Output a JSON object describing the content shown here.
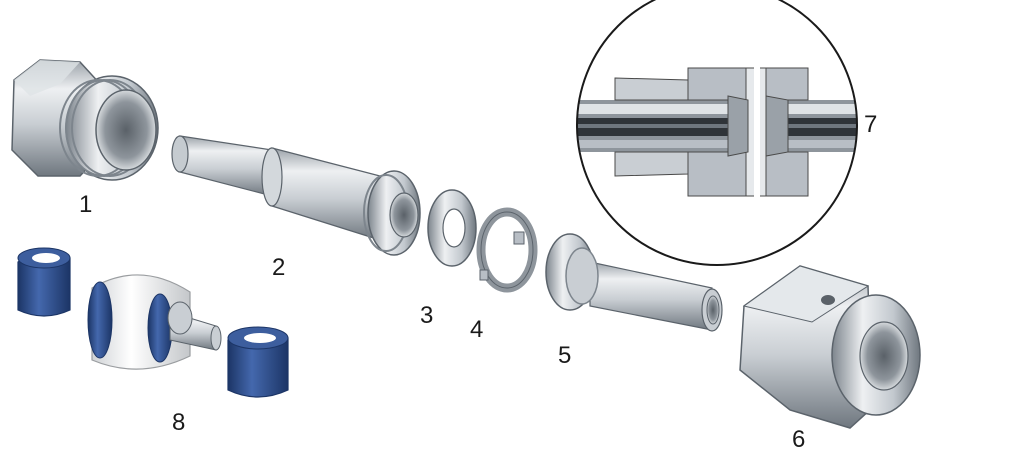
{
  "diagram": {
    "callouts": [
      {
        "id": "1",
        "label": "1",
        "part": "body-nut"
      },
      {
        "id": "2",
        "label": "2",
        "part": "stem"
      },
      {
        "id": "3",
        "label": "3",
        "part": "washer"
      },
      {
        "id": "4",
        "label": "4",
        "part": "retaining-ring"
      },
      {
        "id": "5",
        "label": "5",
        "part": "tube-stub"
      },
      {
        "id": "6",
        "label": "6",
        "part": "hex-nut"
      },
      {
        "id": "7",
        "label": "7",
        "part": "cross-section-detail"
      },
      {
        "id": "8",
        "label": "8",
        "part": "cap-and-plug-assembly"
      }
    ],
    "colors": {
      "steel_light": "#e6e9ec",
      "steel_mid": "#b8bec5",
      "steel_dark": "#7d858d",
      "steel_shadow": "#5b636b",
      "cap_blue": "#2f4f8f",
      "cap_blue_dark": "#1c3566",
      "plug_white": "#eeeeee",
      "outline": "#4a4a4a"
    }
  }
}
